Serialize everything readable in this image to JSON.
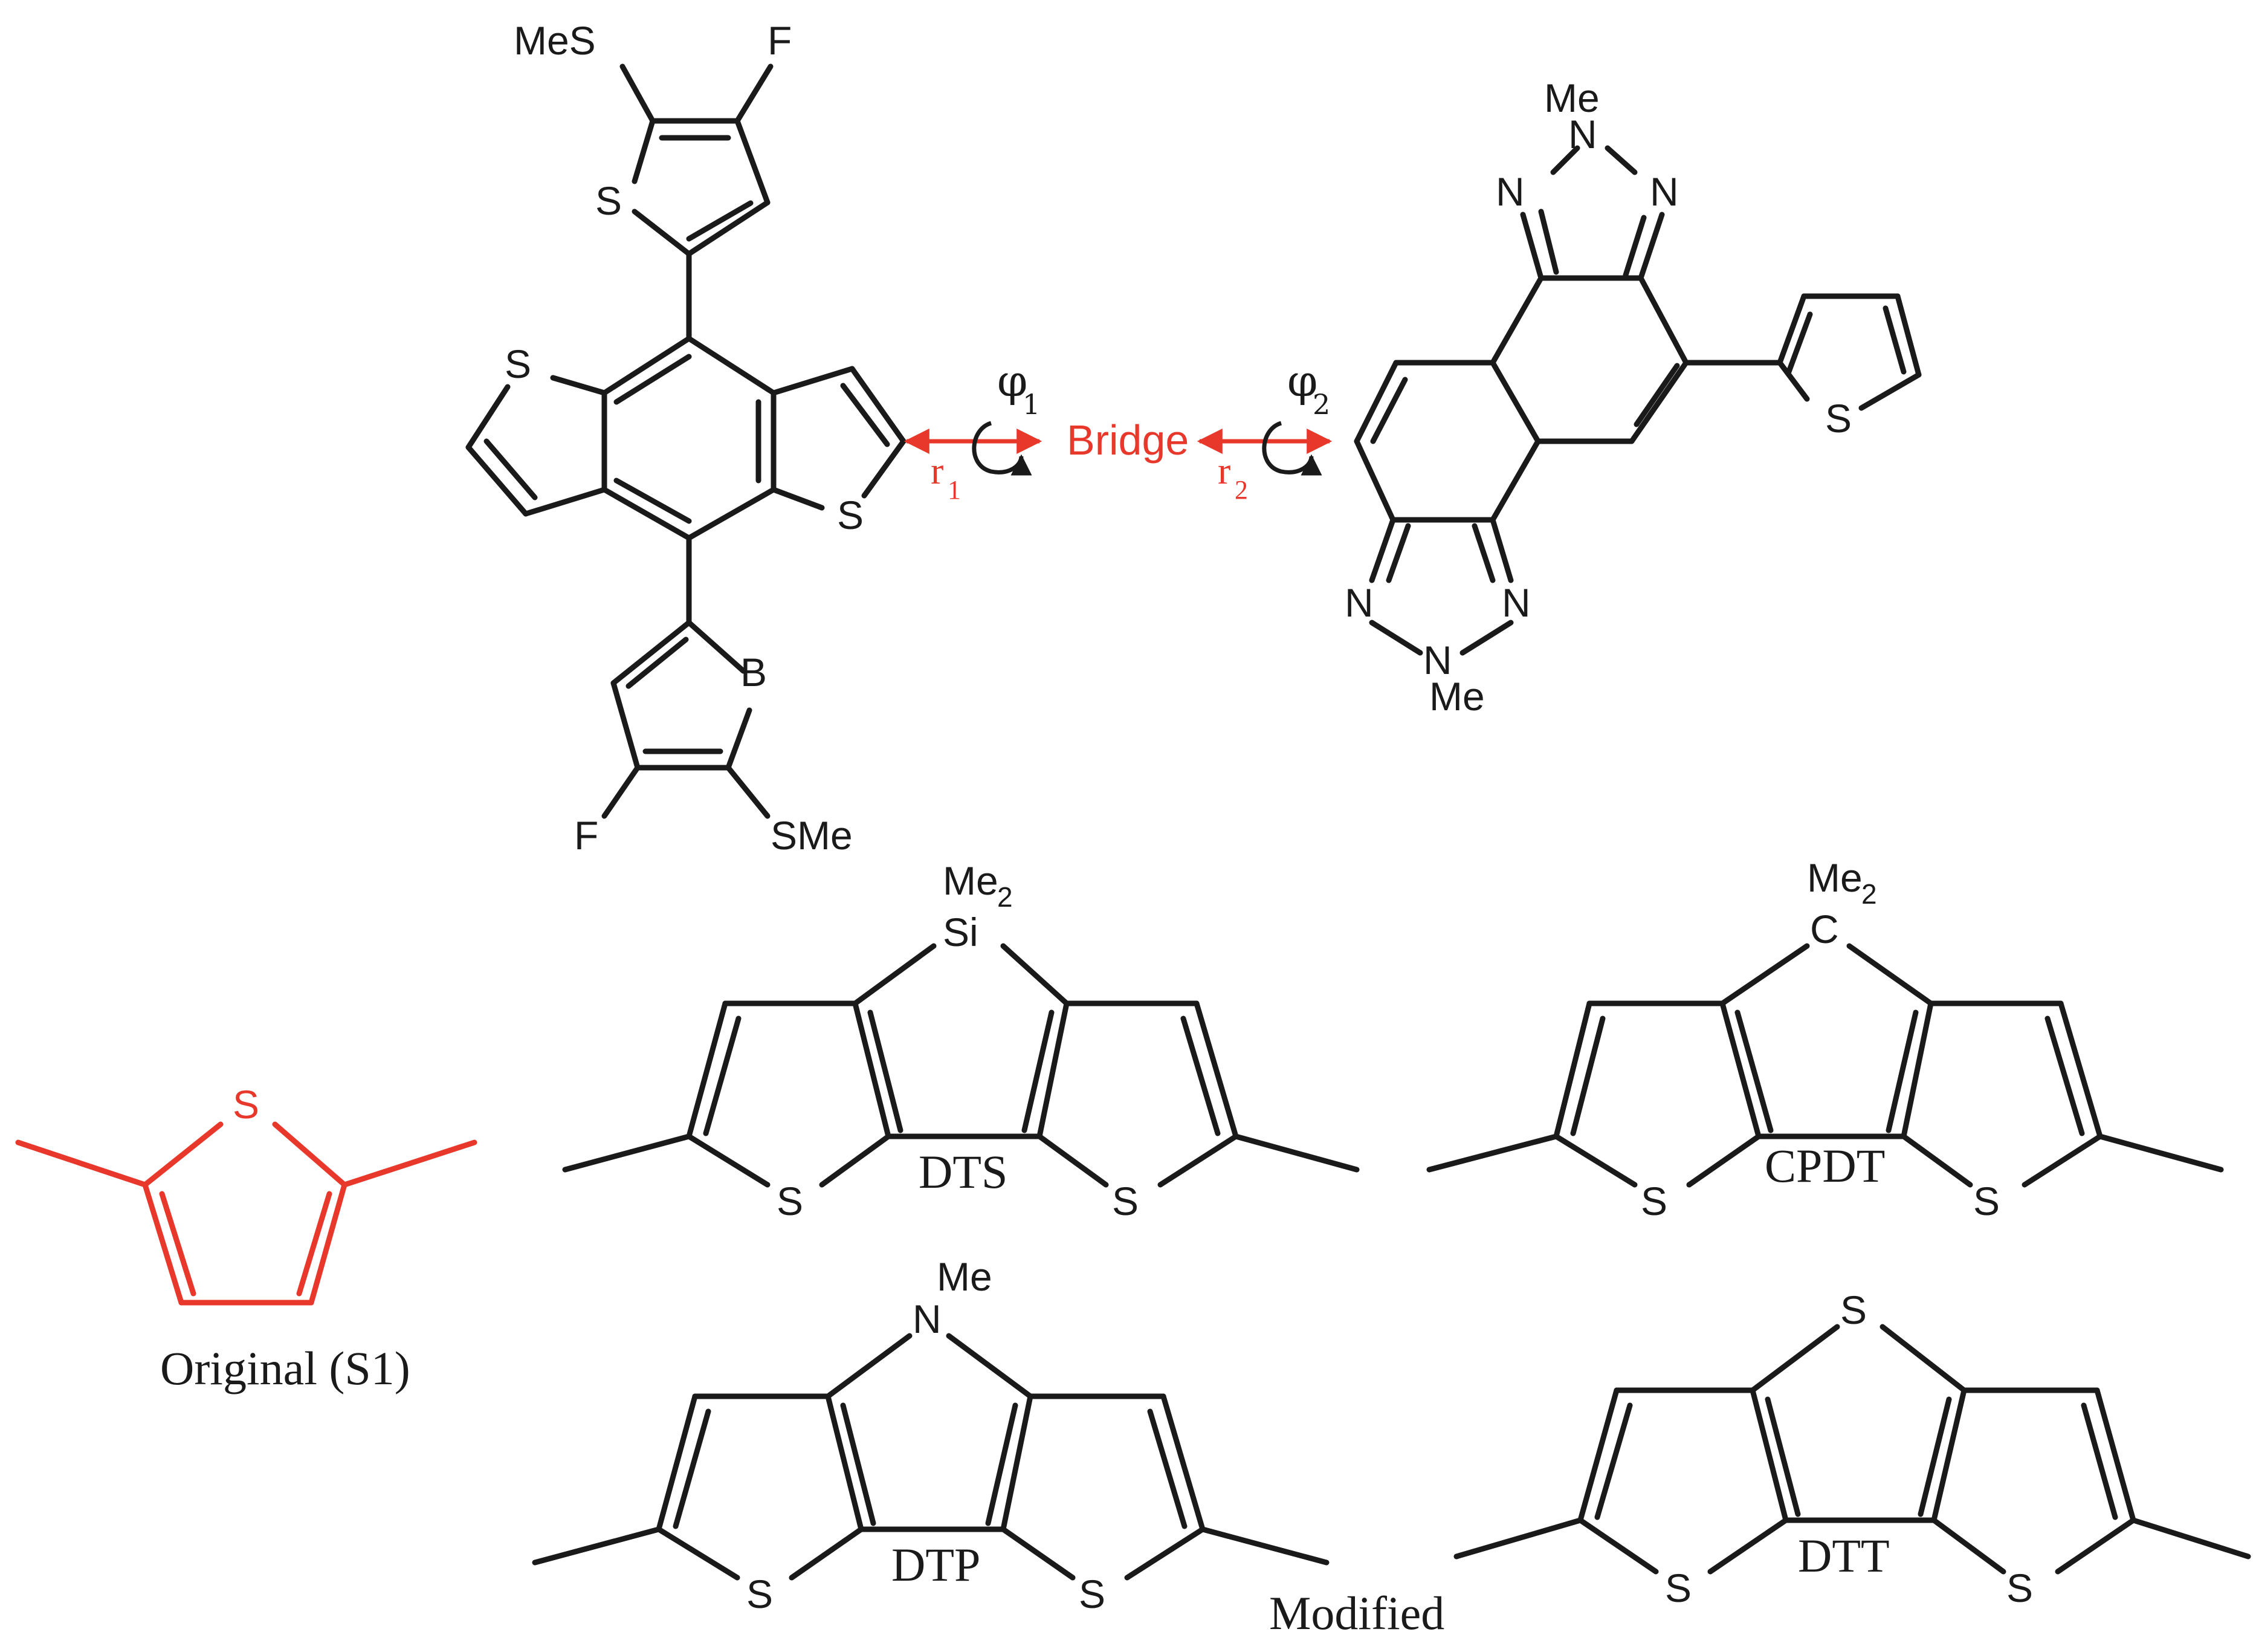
{
  "main_molecule": {
    "top_thiophene": {
      "sub_left": "MeS",
      "sub_right": "F",
      "ring_atom": "S"
    },
    "core_left_S": "S",
    "core_right_S": "S",
    "bottom_ring": {
      "ring_atom": "B",
      "sub_left": "F",
      "sub_right": "SMe"
    },
    "bridge_label": "Bridge",
    "r1": {
      "base": "r",
      "sub": "1"
    },
    "r2": {
      "base": "r",
      "sub": "2"
    },
    "phi1": {
      "base": "φ",
      "sub": "1"
    },
    "phi2": {
      "base": "φ",
      "sub": "2"
    },
    "acceptor": {
      "top_methyl": "Me",
      "top_N_center": "N",
      "top_N_left": "N",
      "top_N_right": "N",
      "bottom_N_left": "N",
      "bottom_N_right": "N",
      "bottom_N_center": "N",
      "bottom_methyl": "Me",
      "thiophene_S": "S"
    }
  },
  "original": {
    "ring_atom": "S",
    "caption": "Original (S1)"
  },
  "modified": {
    "caption": "Modified",
    "dts": {
      "label": "DTS",
      "bridge_atom": "Si",
      "substituent": "Me",
      "substituent_sub": "2",
      "left_S": "S",
      "right_S": "S"
    },
    "cpdt": {
      "label": "CPDT",
      "bridge_atom": "C",
      "substituent": "Me",
      "substituent_sub": "2",
      "left_S": "S",
      "right_S": "S"
    },
    "dtp": {
      "label": "DTP",
      "bridge_atom": "N",
      "substituent": "Me",
      "left_S": "S",
      "right_S": "S"
    },
    "dtt": {
      "label": "DTT",
      "bridge_atom": "S",
      "left_S": "S",
      "right_S": "S"
    }
  },
  "colors": {
    "highlight": "#e8382b",
    "ink": "#1a1a1a"
  }
}
